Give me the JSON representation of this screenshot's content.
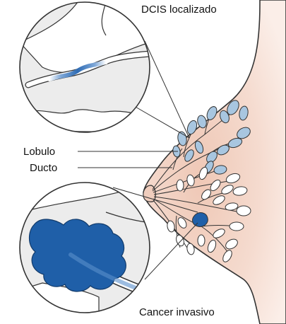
{
  "labels": {
    "dcis": "DCIS localizado",
    "lobule": "Lobulo",
    "duct": "Ducto",
    "invasive_cancer": "Cancer invasivo"
  },
  "colors": {
    "skin": "#f3d9cc",
    "outline": "#333333",
    "lobule_blue": "#a8c6e0",
    "lobule_white": "#ffffff",
    "dcis_blue": "#3a72b8",
    "tumor_blue": "#1f5fa8",
    "inset_background": "#eeeeee"
  }
}
